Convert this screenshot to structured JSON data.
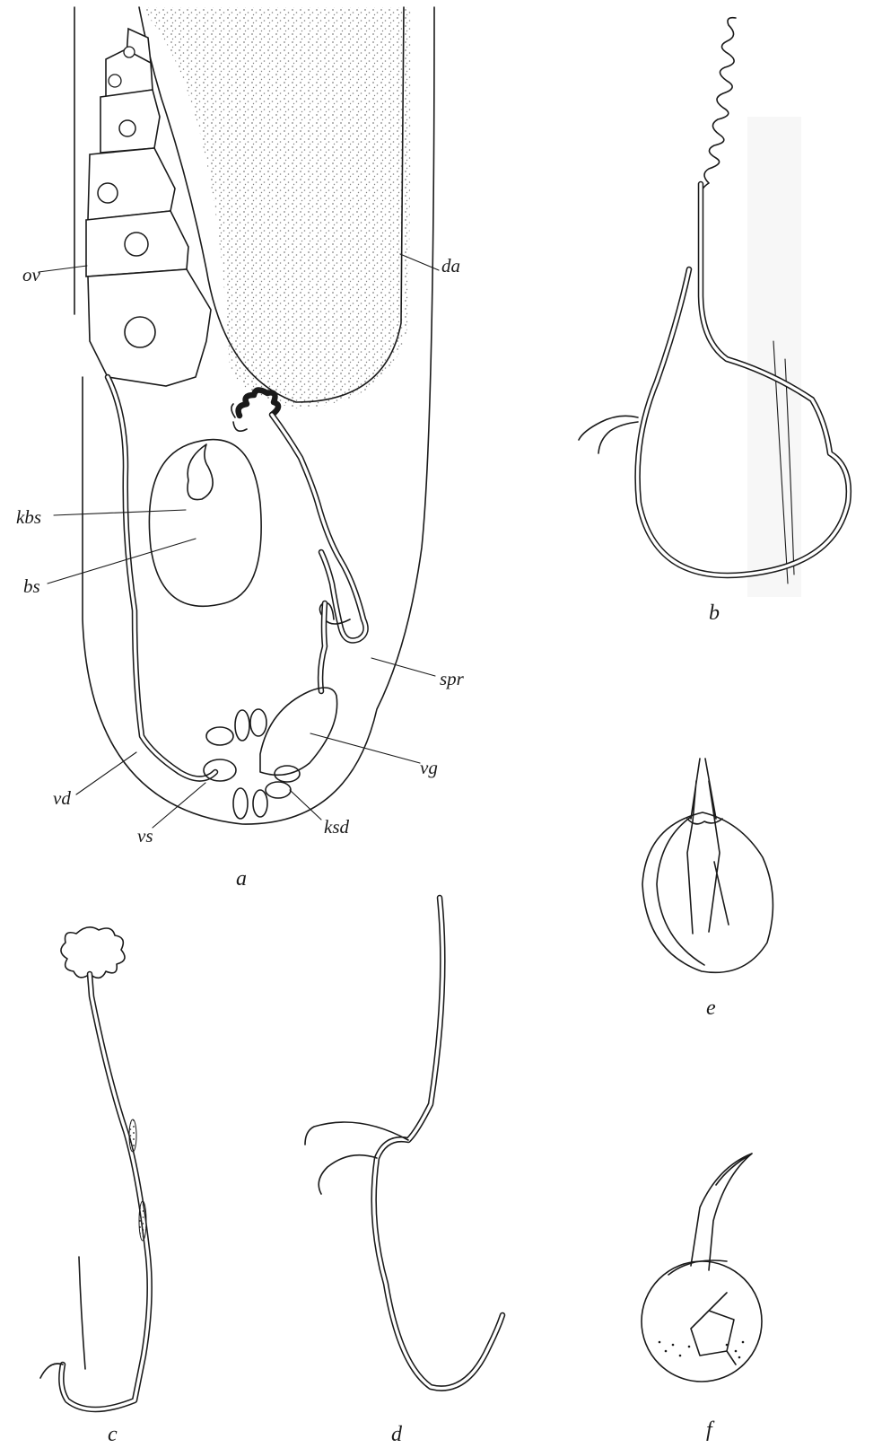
{
  "figure": {
    "labels": {
      "ov": "ov",
      "da": "da",
      "kbs": "kbs",
      "bs": "bs",
      "spr": "spr",
      "vd": "vd",
      "vg": "vg",
      "vs": "vs",
      "ksd": "ksd"
    },
    "panels": {
      "a": "a",
      "b": "b",
      "c": "c",
      "d": "d",
      "e": "e",
      "f": "f"
    }
  }
}
